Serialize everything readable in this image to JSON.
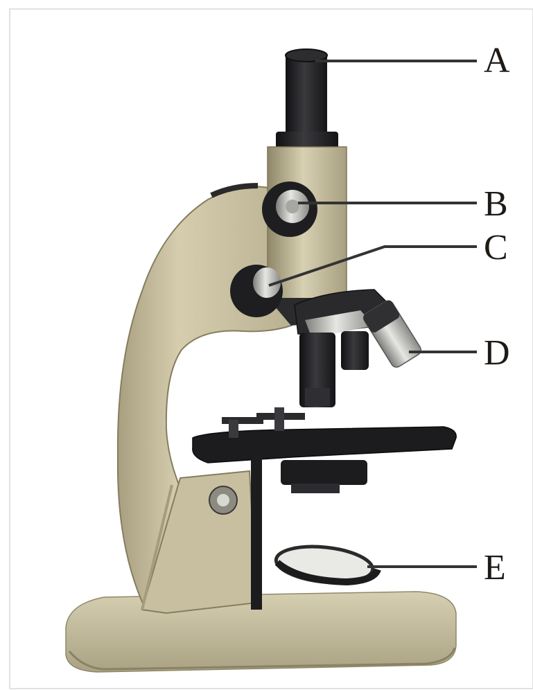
{
  "labels": {
    "a": "A",
    "b": "B",
    "c": "C",
    "d": "D",
    "e": "E"
  },
  "colors": {
    "body": "#c9c1a0",
    "body_shadow": "#9f9777",
    "dark": "#1f1f22",
    "metal": "#cdcdc8",
    "line": "#333333",
    "border": "#d9d9d9"
  }
}
